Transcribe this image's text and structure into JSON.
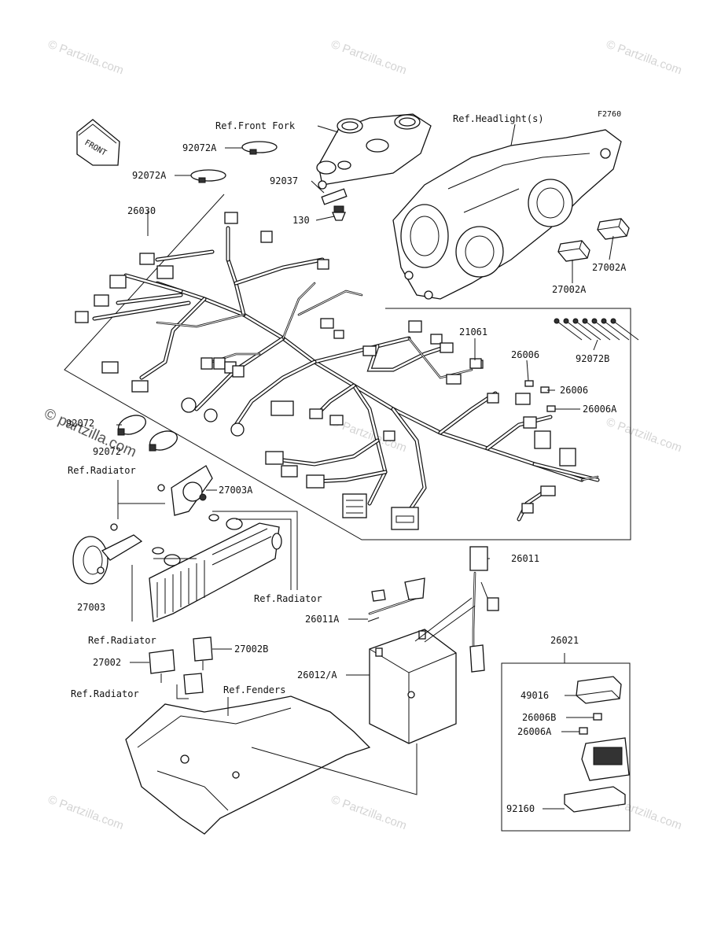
{
  "figure_code": "F2760",
  "front_arrow": "FRONT",
  "watermark": "© Partzilla.com",
  "watermark_big": "© partzilla.com",
  "refs": {
    "front_fork": "Ref.Front Fork",
    "headlight": "Ref.Headlight(s)",
    "radiator": "Ref.Radiator",
    "fenders": "Ref.Fenders"
  },
  "parts": {
    "p92072A": "92072A",
    "p92037": "92037",
    "p130": "130",
    "p26030": "26030",
    "p27002A": "27002A",
    "p21061": "21061",
    "p26006": "26006",
    "p26006A": "26006A",
    "p92072B": "92072B",
    "p92072": "92072",
    "p27003A": "27003A",
    "p27003": "27003",
    "p26011": "26011",
    "p26011A": "26011A",
    "p26012A": "26012/A",
    "p27002": "27002",
    "p27002B": "27002B",
    "p26021": "26021",
    "p49016": "49016",
    "p26006B": "26006B",
    "p92160": "92160"
  },
  "icons": [
    "front-arrow-icon",
    "headlight-icon",
    "front-fork-icon",
    "harness-icon",
    "battery-icon",
    "horn-icon",
    "radiator-icon",
    "fuse-box-icon",
    "fender-icon",
    "relay-icon"
  ]
}
